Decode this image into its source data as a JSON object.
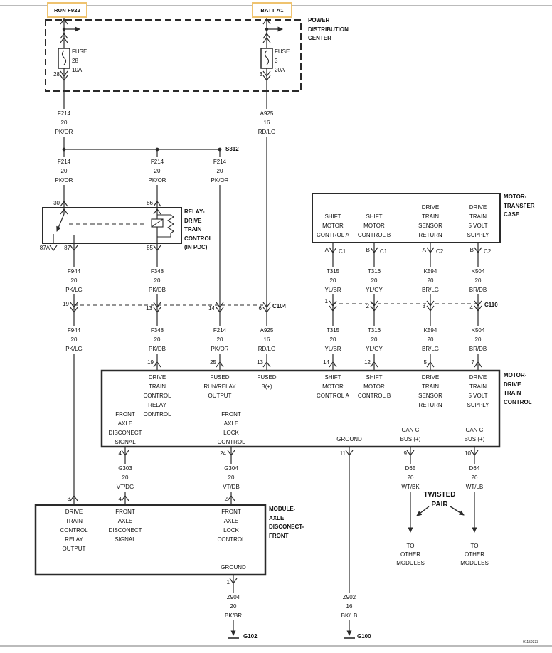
{
  "doc": {
    "number": "91159333"
  },
  "links": {
    "run": "RUN F922",
    "batt": "BATT A1"
  },
  "pdc": {
    "label": "POWER\nDISTRIBUTION\nCENTER",
    "fuses": [
      {
        "name": "FUSE",
        "cavity": "28",
        "rating": "10A",
        "pin": "28"
      },
      {
        "name": "FUSE",
        "cavity": "3",
        "rating": "20A",
        "pin": "3"
      }
    ]
  },
  "splice": {
    "label": "S312"
  },
  "relay": {
    "label": "RELAY-\nDRIVE\nTRAIN\nCONTROL\n(IN PDC)",
    "pins": {
      "in_common": "30",
      "in_coil": "86",
      "out_nc": "87A",
      "out_no": "87",
      "coil_gnd": "85"
    }
  },
  "connectors": {
    "c104": {
      "label": "C104",
      "pins": [
        "19",
        "13",
        "14",
        "6"
      ]
    },
    "c110": {
      "label": "C110",
      "pins": [
        "1",
        "2",
        "3",
        "4"
      ]
    }
  },
  "transfer_case": {
    "label": "MOTOR-\nTRANSFER\nCASE",
    "terminals": [
      {
        "fn": "SHIFT\nMOTOR\nCONTROL A",
        "pin": "A",
        "conn": "C1"
      },
      {
        "fn": "SHIFT\nMOTOR\nCONTROL B",
        "pin": "B",
        "conn": "C1"
      },
      {
        "fn": "DRIVE\nTRAIN\nSENSOR\nRETURN",
        "pin": "A",
        "conn": "C2"
      },
      {
        "fn": "DRIVE\nTRAIN\n5 VOLT\nSUPPLY",
        "pin": "B",
        "conn": "C2"
      }
    ]
  },
  "dtc_module": {
    "label": "MOTOR-\nDRIVE\nTRAIN\nCONTROL",
    "top_pins": [
      {
        "pin": "19",
        "fn": "DRIVE\nTRAIN\nCONTROL\nRELAY\nCONTROL"
      },
      {
        "pin": "25",
        "fn": "FUSED\nRUN/RELAY\nOUTPUT"
      },
      {
        "pin": "13",
        "fn": "FUSED\nB(+)"
      },
      {
        "pin": "14",
        "fn": "SHIFT\nMOTOR\nCONTROL A"
      },
      {
        "pin": "12",
        "fn": "SHIFT\nMOTOR\nCONTROL B"
      },
      {
        "pin": "5",
        "fn": "DRIVE\nTRAIN\nSENSOR\nRETURN"
      },
      {
        "pin": "7",
        "fn": "DRIVE\nTRAIN\n5 VOLT\nSUPPLY"
      }
    ],
    "bottom_pins": [
      {
        "pin": "4",
        "fn": "FRONT\nAXLE\nDISCONECT\nSIGNAL"
      },
      {
        "pin": "24",
        "fn": "FRONT\nAXLE\nLOCK\nCONTROL"
      },
      {
        "pin": "11",
        "fn": "GROUND"
      },
      {
        "pin": "9",
        "fn": "CAN C\nBUS (+)"
      },
      {
        "pin": "10",
        "fn": "CAN C\nBUS (+)"
      }
    ]
  },
  "axle_module": {
    "label": "MODULE-\nAXLE\nDISCONECT-\nFRONT",
    "top_pins": [
      {
        "pin": "3",
        "fn": "DRIVE\nTRAIN\nCONTROL\nRELAY\nOUTPUT"
      },
      {
        "pin": "4",
        "fn": "FRONT\nAXLE\nDISCONECT\nSIGNAL"
      },
      {
        "pin": "2",
        "fn": "FRONT\nAXLE\nLOCK\nCONTROL"
      }
    ],
    "ground_fn": "GROUND",
    "ground_pin": "1"
  },
  "wires": {
    "f214": {
      "id": "F214",
      "gauge": "20",
      "color": "PK/OR"
    },
    "a925": {
      "id": "A925",
      "gauge": "16",
      "color": "RD/LG"
    },
    "f944": {
      "id": "F944",
      "gauge": "20",
      "color": "PK/LG"
    },
    "f348": {
      "id": "F348",
      "gauge": "20",
      "color": "PK/DB"
    },
    "t315": {
      "id": "T315",
      "gauge": "20",
      "color": "YL/BR"
    },
    "t316": {
      "id": "T316",
      "gauge": "20",
      "color": "YL/GY"
    },
    "k594": {
      "id": "K594",
      "gauge": "20",
      "color": "BR/LG"
    },
    "k504": {
      "id": "K504",
      "gauge": "20",
      "color": "BR/DB"
    },
    "g303": {
      "id": "G303",
      "gauge": "20",
      "color": "VT/DG"
    },
    "g304": {
      "id": "G304",
      "gauge": "20",
      "color": "VT/DB"
    },
    "d65": {
      "id": "D65",
      "gauge": "20",
      "color": "WT/BK"
    },
    "d64": {
      "id": "D64",
      "gauge": "20",
      "color": "WT/LB"
    },
    "z904": {
      "id": "Z904",
      "gauge": "20",
      "color": "BK/BR"
    },
    "z902": {
      "id": "Z902",
      "gauge": "16",
      "color": "BK/LB"
    }
  },
  "annotations": {
    "twisted_pair": "TWISTED\nPAIR",
    "to_other_modules": "TO\nOTHER\nMODULES"
  },
  "grounds": {
    "g102": "G102",
    "g100": "G100"
  },
  "colors": {
    "link_border": "#EFC36F",
    "line": "#2a2a2a"
  }
}
